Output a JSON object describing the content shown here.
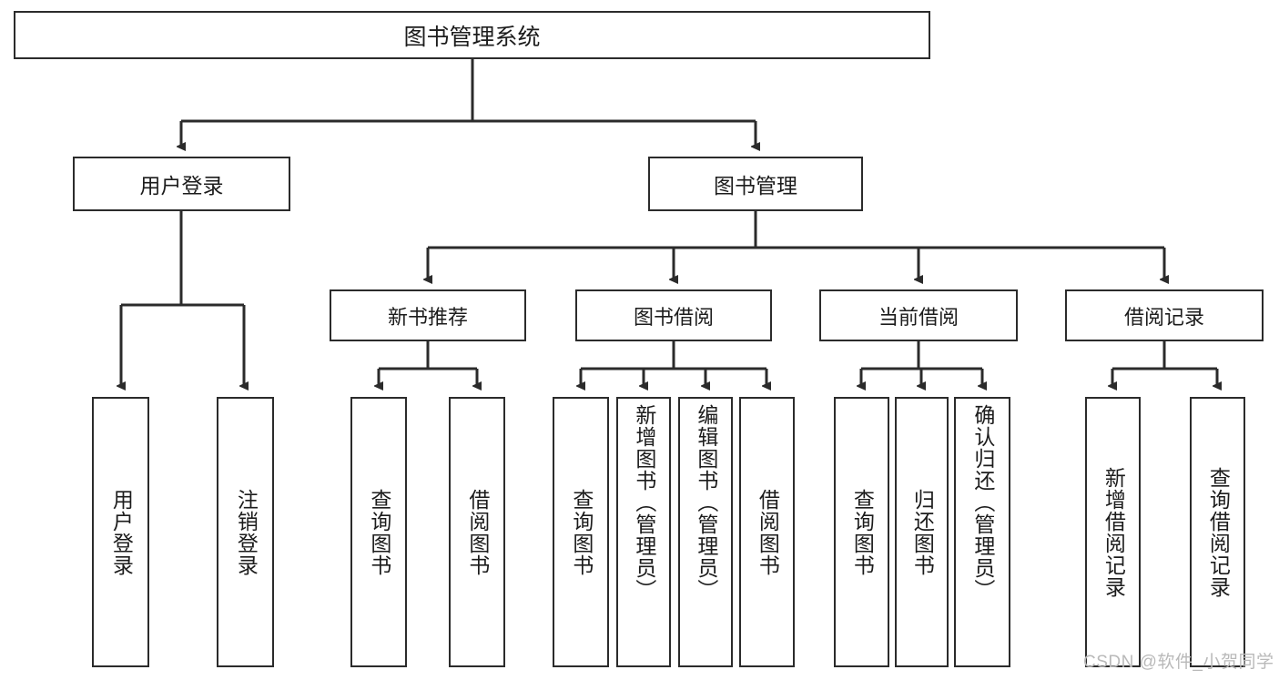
{
  "diagram": {
    "title": "图书管理系统",
    "root": {
      "label": "图书管理系统"
    },
    "level1": [
      {
        "label": "用户登录"
      },
      {
        "label": "图书管理"
      }
    ],
    "level2": [
      {
        "label": "新书推荐"
      },
      {
        "label": "图书借阅"
      },
      {
        "label": "当前借阅"
      },
      {
        "label": "借阅记录"
      }
    ],
    "leaves": {
      "user_login": [
        {
          "label": "用户登录"
        },
        {
          "label": "注销登录"
        }
      ],
      "new_book_recommend": [
        {
          "label": "查询图书"
        },
        {
          "label": "借阅图书"
        }
      ],
      "book_borrow": [
        {
          "label": "查询图书"
        },
        {
          "label": "新增图书（管理员）"
        },
        {
          "label": "编辑图书（管理员）"
        },
        {
          "label": "借阅图书"
        }
      ],
      "current_borrow": [
        {
          "label": "查询图书"
        },
        {
          "label": "归还图书"
        },
        {
          "label": "确认归还（管理员）"
        }
      ],
      "borrow_record": [
        {
          "label": "新增借阅记录"
        },
        {
          "label": "查询借阅记录"
        }
      ]
    }
  },
  "watermark": {
    "text": "CSDN @软件_小贺同学"
  },
  "colors": {
    "stroke": "#2b2b2b",
    "text": "#1c1c1c",
    "background": "#ffffff",
    "watermark": "#b9b9b9"
  }
}
